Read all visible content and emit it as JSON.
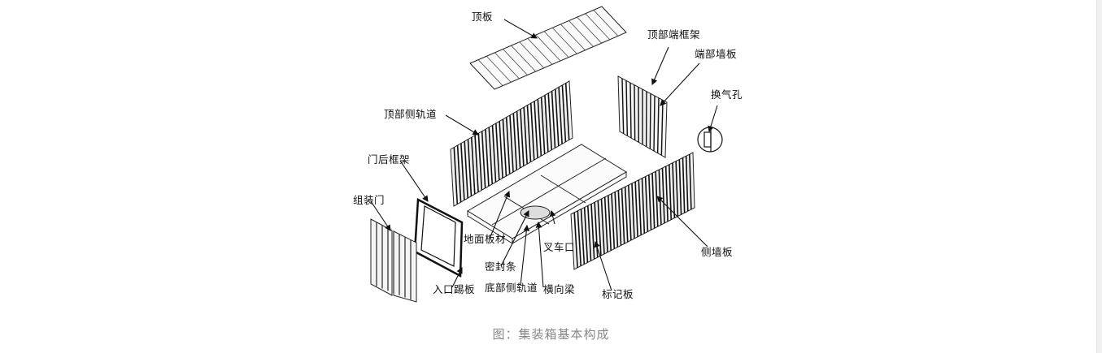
{
  "diagram": {
    "labels": {
      "top_panel": "顶板",
      "top_end_frame": "顶部端框架",
      "end_wall": "端部墙板",
      "vent": "换气孔",
      "top_side_rail": "顶部侧轨道",
      "door_rear_frame": "门后框架",
      "door_assembly": "组装门",
      "floor_board": "地面板材",
      "forklift_pocket": "叉车口",
      "side_wall": "侧墙板",
      "seal_strip": "密封条",
      "door_sill": "入口踢板",
      "bottom_side_rail": "底部侧轨道",
      "cross_member": "横向梁",
      "marking_plate": "标记板"
    }
  },
  "caption": "图：集装箱基本构成"
}
